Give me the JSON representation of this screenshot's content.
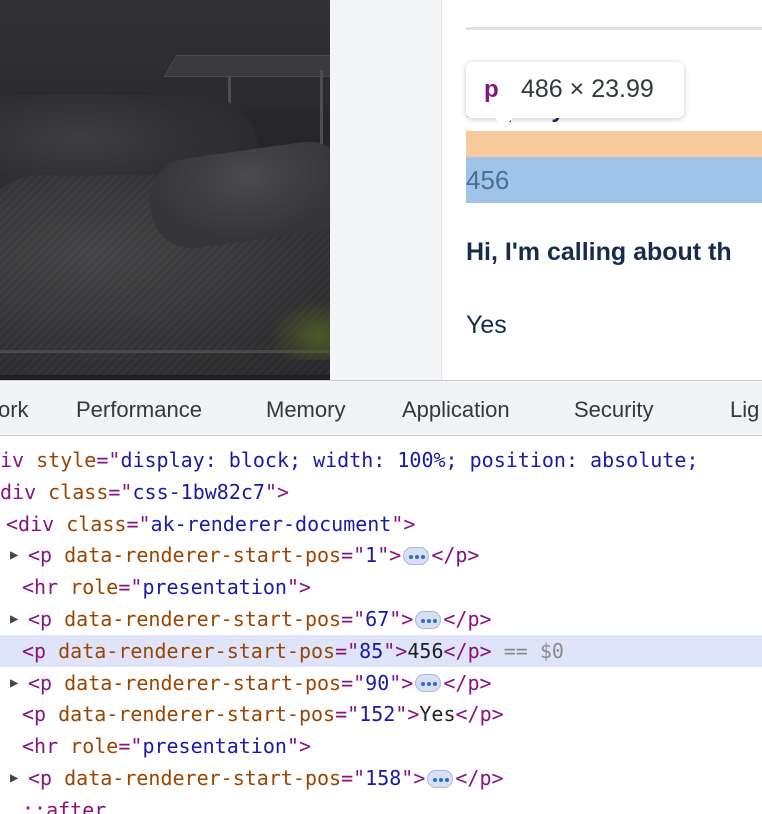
{
  "tooltip": {
    "tag": "p",
    "dims": "486 × 23.99"
  },
  "doc": {
    "label": "Property Address",
    "value": "456",
    "question": "Hi, I'm calling about th",
    "answer": "Yes"
  },
  "devtools": {
    "tabs": [
      "ork",
      "Performance",
      "Memory",
      "Application",
      "Security",
      "Lig"
    ],
    "lines": [
      [
        [
          "tag",
          "iv "
        ],
        [
          "attr",
          "style"
        ],
        [
          "tag",
          "=\""
        ],
        [
          "val",
          "display: block; width: 100%; position: absolute;"
        ]
      ],
      [
        [
          "tag",
          "div "
        ],
        [
          "attr",
          "class"
        ],
        [
          "tag",
          "=\""
        ],
        [
          "val",
          "css-1bw82c7"
        ],
        [
          "tag",
          "\">"
        ]
      ],
      [
        [
          "tag",
          "<div "
        ],
        [
          "attr",
          "class"
        ],
        [
          "tag",
          "=\""
        ],
        [
          "val",
          "ak-renderer-document"
        ],
        [
          "tag",
          "\">"
        ]
      ],
      [
        [
          "tag",
          "<p "
        ],
        [
          "attr",
          "data-renderer-start-pos"
        ],
        [
          "tag",
          "=\""
        ],
        [
          "val",
          "1"
        ],
        [
          "tag",
          "\">"
        ],
        [
          "ell",
          ""
        ],
        [
          "tag",
          "</p>"
        ]
      ],
      [
        [
          "tag",
          "<hr "
        ],
        [
          "attr",
          "role"
        ],
        [
          "tag",
          "=\""
        ],
        [
          "val",
          "presentation"
        ],
        [
          "tag",
          "\">"
        ]
      ],
      [
        [
          "tag",
          "<p "
        ],
        [
          "attr",
          "data-renderer-start-pos"
        ],
        [
          "tag",
          "=\""
        ],
        [
          "val",
          "67"
        ],
        [
          "tag",
          "\">"
        ],
        [
          "ell",
          ""
        ],
        [
          "tag",
          "</p>"
        ]
      ],
      [
        [
          "tag",
          "<p "
        ],
        [
          "attr",
          "data-renderer-start-pos"
        ],
        [
          "tag",
          "=\""
        ],
        [
          "val",
          "85"
        ],
        [
          "tag",
          "\">"
        ],
        [
          "text",
          "456"
        ],
        [
          "tag",
          "</p>"
        ],
        [
          "dim",
          " == $0"
        ]
      ],
      [
        [
          "tag",
          "<p "
        ],
        [
          "attr",
          "data-renderer-start-pos"
        ],
        [
          "tag",
          "=\""
        ],
        [
          "val",
          "90"
        ],
        [
          "tag",
          "\">"
        ],
        [
          "ell",
          ""
        ],
        [
          "tag",
          "</p>"
        ]
      ],
      [
        [
          "tag",
          "<p "
        ],
        [
          "attr",
          "data-renderer-start-pos"
        ],
        [
          "tag",
          "=\""
        ],
        [
          "val",
          "152"
        ],
        [
          "tag",
          "\">"
        ],
        [
          "text",
          "Yes"
        ],
        [
          "tag",
          "</p>"
        ]
      ],
      [
        [
          "tag",
          "<hr "
        ],
        [
          "attr",
          "role"
        ],
        [
          "tag",
          "=\""
        ],
        [
          "val",
          "presentation"
        ],
        [
          "tag",
          "\">"
        ]
      ],
      [
        [
          "tag",
          "<p "
        ],
        [
          "attr",
          "data-renderer-start-pos"
        ],
        [
          "tag",
          "=\""
        ],
        [
          "val",
          "158"
        ],
        [
          "tag",
          "\">"
        ],
        [
          "ell",
          ""
        ],
        [
          "tag",
          "</p>"
        ]
      ],
      [
        [
          "pseudo",
          "::after"
        ]
      ]
    ]
  }
}
